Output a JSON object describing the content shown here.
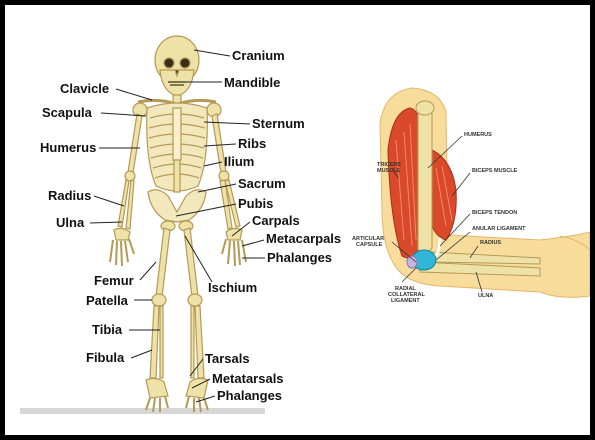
{
  "skeleton": {
    "labels": {
      "cranium": "Cranium",
      "mandible": "Mandible",
      "clavicle": "Clavicle",
      "scapula": "Scapula",
      "sternum": "Sternum",
      "humerus": "Humerus",
      "ribs": "Ribs",
      "ilium": "Ilium",
      "sacrum": "Sacrum",
      "radius": "Radius",
      "pubis": "Pubis",
      "ulna": "Ulna",
      "carpals": "Carpals",
      "metacarpals": "Metacarpals",
      "phalanges_hand": "Phalanges",
      "femur": "Femur",
      "ischium": "Ischium",
      "patella": "Patella",
      "tibia": "Tibia",
      "fibula": "Fibula",
      "tarsals": "Tarsals",
      "metatarsals": "Metatarsals",
      "phalanges_foot": "Phalanges"
    }
  },
  "arm": {
    "labels": {
      "humerus": "HUMERUS",
      "triceps_1": "TRICEPS",
      "triceps_2": "MUSCLE",
      "biceps_muscle": "BICEPS MUSCLE",
      "biceps_tendon": "BICEPS TENDON",
      "anular_ligament": "ANULAR LIGAMENT",
      "articular_1": "ARTICULAR",
      "articular_2": "CAPSULE",
      "radius": "RADIUS",
      "radial_1": "RADIAL",
      "radial_2": "COLLATERAL",
      "radial_3": "LIGAMENT",
      "ulna": "ULNA"
    }
  },
  "colors": {
    "border": "#000000",
    "background": "#ffffff",
    "bone": "#efe2a8",
    "bone_outline": "#b49a55",
    "muscle": "#d9492a",
    "muscle_dark": "#a82e1a",
    "skin": "#f7dc9c",
    "skin_outline": "#e3b867",
    "cartilage": "#2fb6d9",
    "line": "#222222"
  }
}
